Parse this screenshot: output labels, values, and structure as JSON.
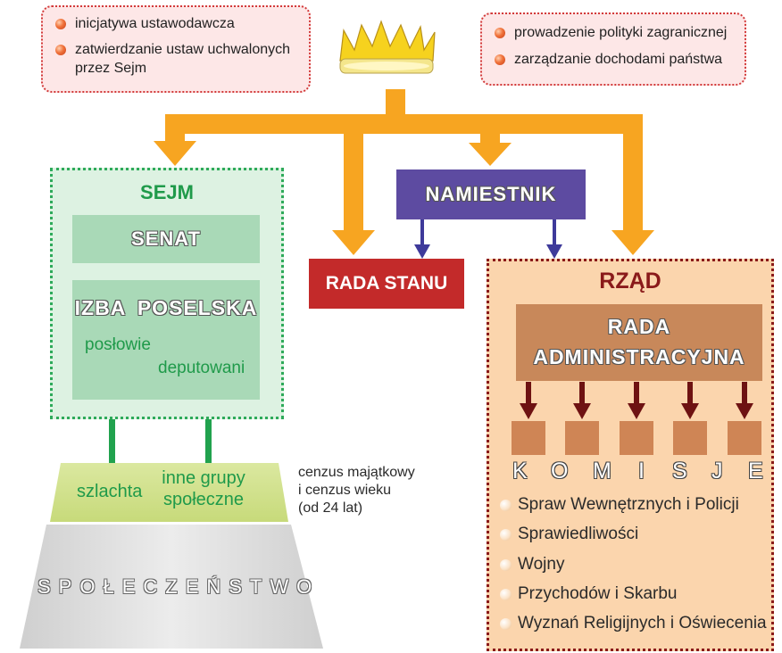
{
  "left_note": {
    "items": [
      "inicjatywa ustawodawcza",
      "zatwierdzanie ustaw uchwalonych",
      "przez Sejm"
    ]
  },
  "right_note": {
    "items": [
      "prowadzenie polityki zagranicznej",
      "zarządzanie dochodami państwa"
    ]
  },
  "sejm": {
    "title": "SEJM",
    "senat": "SENAT",
    "izba": "IZBA POSELSKA",
    "poslowie": "posłowie",
    "deputowani": "deputowani"
  },
  "namiestnik": "NAMIESTNIK",
  "rada_stanu": "RADA STANU",
  "rzad": {
    "title": "RZĄD",
    "rada_line1": "RADA",
    "rada_line2": "ADMINISTRACYJNA",
    "komisje_letters": [
      "K",
      "O",
      "M",
      "I",
      "S",
      "J",
      "E"
    ],
    "komisje": [
      "Spraw Wewnętrznych i Policji",
      "Sprawiedliwości",
      "Wojny",
      "Przychodów i Skarbu",
      "Wyznań Religijnych i Oświecenia"
    ]
  },
  "society": {
    "szlachta": "szlachta",
    "inne_line1": "inne grupy",
    "inne_line2": "społeczne",
    "label": "SPOŁECZEŃSTWO"
  },
  "census": {
    "line1": "cenzus majątkowy",
    "line2": "i cenzus wieku",
    "line3": "(od 24 lat)"
  },
  "colors": {
    "orange_arrow": "#f7a521",
    "sejm_green": "#2eaa5a",
    "namiestnik_purple": "#5d4ba1",
    "rada_stanu_red": "#c32a2a",
    "rzad_title": "#8a1a1a",
    "rada_adm_brown": "#c8885a"
  },
  "icons": [
    "crown-icon"
  ]
}
